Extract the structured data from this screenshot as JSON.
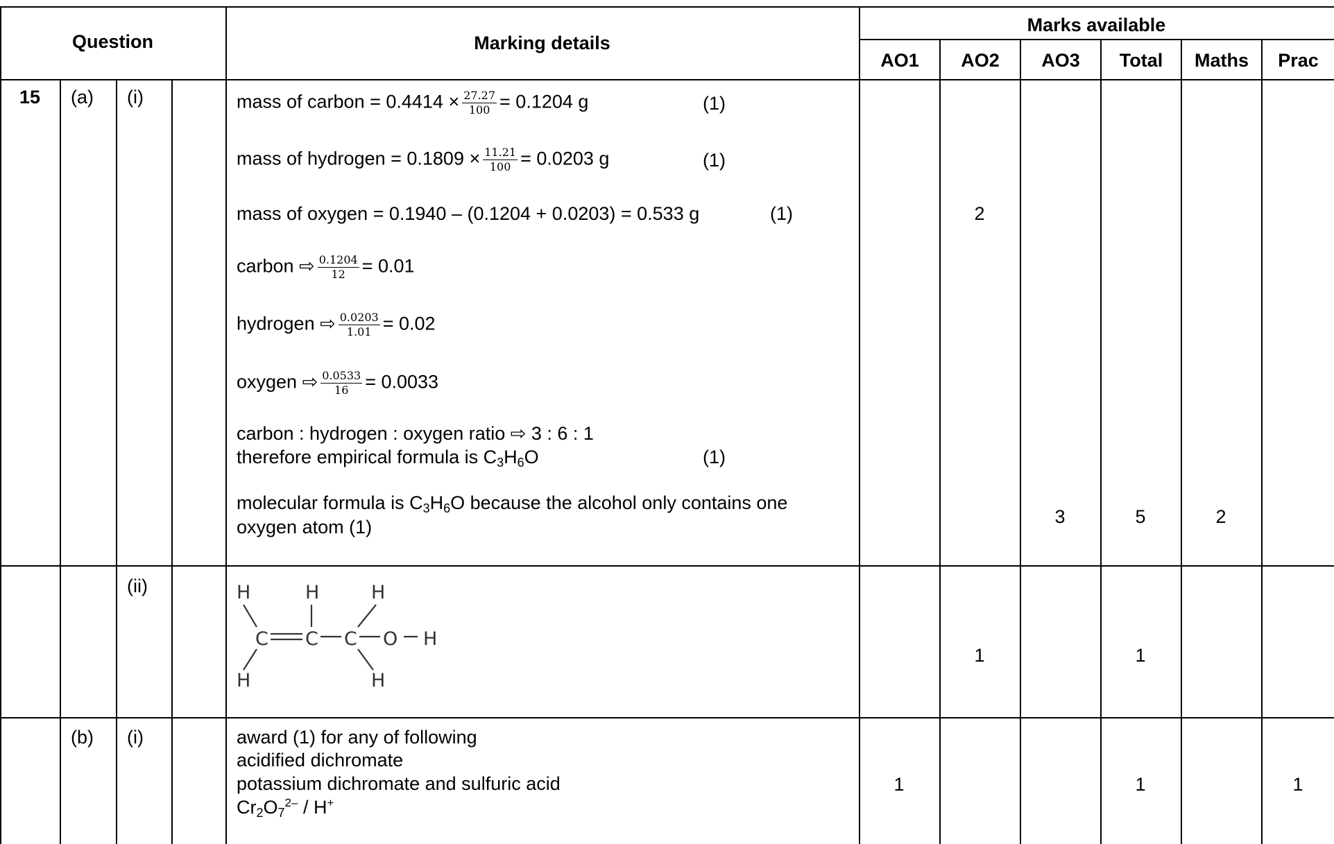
{
  "header": {
    "question": "Question",
    "marking_details": "Marking details",
    "marks_available": "Marks available",
    "columns": [
      "AO1",
      "AO2",
      "AO3",
      "Total",
      "Maths",
      "Prac"
    ]
  },
  "row1": {
    "num": "15",
    "part": "(a)",
    "sub": "(i)",
    "mass_carbon": {
      "pre": "mass of carbon = 0.4414 ×",
      "num": "27.27",
      "den": "100",
      "post": "= 0.1204 g",
      "mark": "(1)"
    },
    "mass_hydrogen": {
      "pre": "mass of hydrogen = 0.1809  ×",
      "num": "11.21",
      "den": "100",
      "post": "= 0.0203 g",
      "mark": "(1)"
    },
    "mass_oxygen": {
      "text": "mass of oxygen = 0.1940 – (0.1204 + 0.0203) = 0.533 g",
      "mark": "(1)"
    },
    "carbon": {
      "pre": "carbon  ⇨",
      "num": "0.1204",
      "den": "12",
      "post": "= 0.01"
    },
    "hydrogen": {
      "pre": "hydrogen  ⇨",
      "num": "0.0203",
      "den": "1.01",
      "post": "= 0.02"
    },
    "oxygen": {
      "pre": "oxygen  ⇨",
      "num": "0.0533",
      "den": "16",
      "post": "=  0.0033"
    },
    "ratio": "carbon : hydrogen : oxygen ratio  ⇨  3 : 6 : 1",
    "empirical": {
      "pre": "therefore empirical formula is C",
      "s1": "3",
      "mid": "H",
      "s2": "6",
      "post": "O",
      "mark": "(1)"
    },
    "molecular": {
      "pre": "molecular formula is C",
      "s1": "3",
      "mid": "H",
      "s2": "6",
      "post": "O because the alcohol only contains one",
      "line2": "oxygen atom   (1)"
    },
    "marks": {
      "ao2": "2",
      "ao3": "3",
      "total": "5",
      "maths": "2"
    }
  },
  "row2": {
    "sub": "(ii)",
    "structure_atoms": {
      "H": "H",
      "C": "C",
      "O": "O"
    },
    "marks": {
      "ao2": "1",
      "total": "1"
    }
  },
  "row3": {
    "part": "(b)",
    "sub": "(i)",
    "line1": "award (1) for any of following",
    "line2": "acidified dichromate",
    "line3": "potassium dichromate and sulfuric acid",
    "formula": {
      "cr": "Cr",
      "s1": "2",
      "o": "O",
      "s2": "7",
      "charge": "2–",
      "rest": " / H",
      "plus": "+"
    },
    "marks": {
      "ao1": "1",
      "total": "1",
      "prac": "1"
    }
  }
}
